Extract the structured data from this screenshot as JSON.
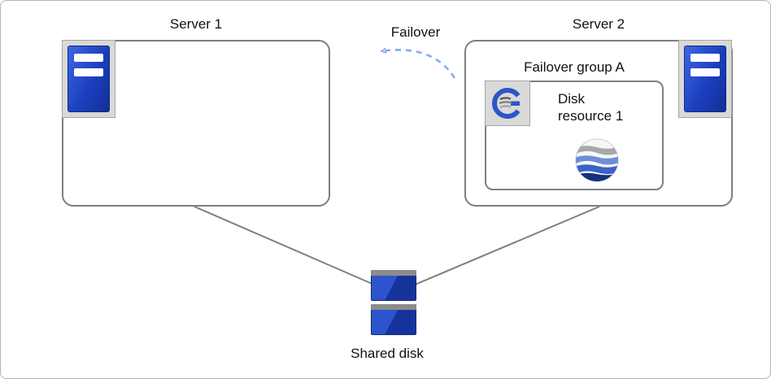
{
  "diagram": {
    "servers": [
      {
        "title": "Server 1"
      },
      {
        "title": "Server 2"
      }
    ],
    "failover_arrow_label": "Failover",
    "failover_group": {
      "title": "Failover group A",
      "disk_resource_label": "Disk resource 1"
    },
    "shared_disk": {
      "label": "Shared disk"
    },
    "icons": {
      "server": "server-icon",
      "failover_group": "cluster-group-icon",
      "disk_resource": "disk-sphere-icon",
      "shared_disk": "shared-disk-icon",
      "failover_arrow": "failover-arrow"
    },
    "colors": {
      "server_panel_blue": "#1b3fbe",
      "disk_body_blue": "#2d54cc",
      "disk_body_dark_blue": "#16339b",
      "connector_gray": "#808080",
      "arrow_blue": "#7fa8e6",
      "box_border_gray": "#7f7f7f",
      "icon_tile_gray": "#d9d9d9"
    }
  }
}
